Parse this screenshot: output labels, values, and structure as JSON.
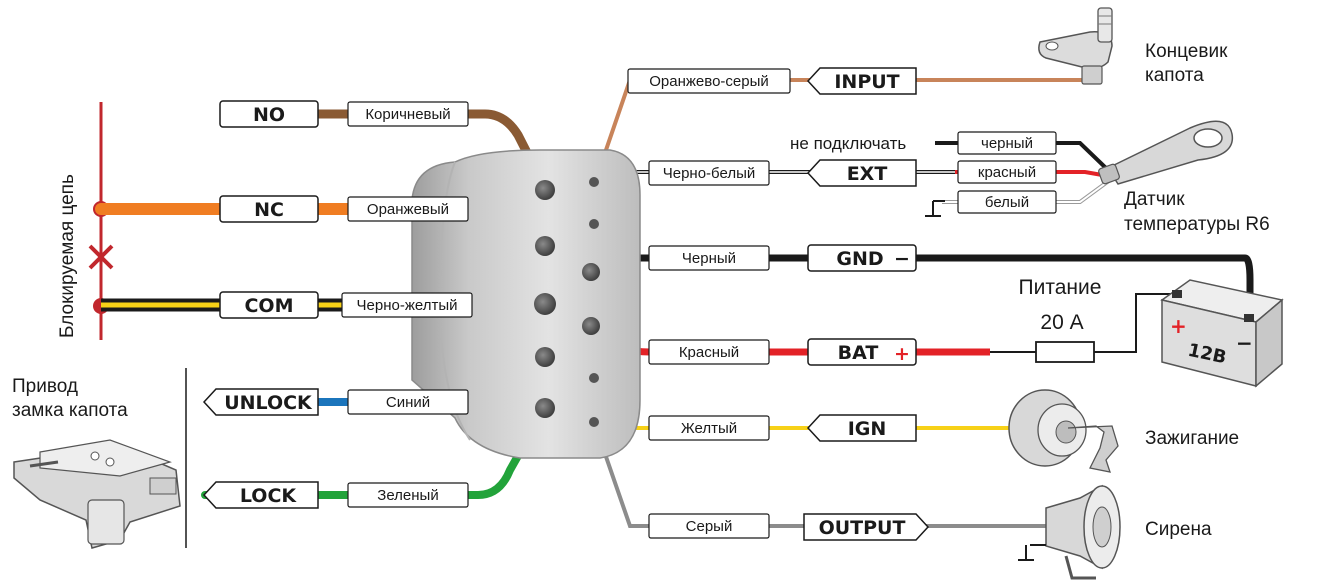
{
  "left_side": {
    "vertical_label": "Блокируемая цепь",
    "no": {
      "tag": "NO",
      "color_name": "Коричневый"
    },
    "nc": {
      "tag": "NC",
      "color_name": "Оранжевый"
    },
    "com": {
      "tag": "COM",
      "color_name": "Черно-желтый"
    },
    "unlock": {
      "tag": "UNLOCK",
      "color_name": "Синий"
    },
    "lock": {
      "tag": "LOCK",
      "color_name": "Зеленый"
    },
    "actuator_label_line1": "Привод",
    "actuator_label_line2": "замка капота"
  },
  "right_side": {
    "input": {
      "tag": "INPUT",
      "color_name": "Оранжево-серый"
    },
    "ext": {
      "tag": "EXT",
      "color_name": "Черно-белый"
    },
    "gnd": {
      "tag": "GND",
      "sign": "−",
      "color_name": "Черный"
    },
    "bat": {
      "tag": "BAT",
      "sign": "+",
      "color_name": "Красный"
    },
    "ign": {
      "tag": "IGN",
      "color_name": "Желтый"
    },
    "output": {
      "tag": "OUTPUT",
      "color_name": "Серый"
    }
  },
  "sensor": {
    "not_connect": "не подключать",
    "wire_black": "черный",
    "wire_red": "красный",
    "wire_white": "белый",
    "label_line1": "Датчик",
    "label_line2": "температуры R6"
  },
  "devices": {
    "hood_switch_line1": "Концевик",
    "hood_switch_line2": "капота",
    "power_label": "Питание",
    "fuse_label": "20 А",
    "battery_plus": "+",
    "battery_minus": "−",
    "battery_voltage": "12В",
    "ignition": "Зажигание",
    "siren": "Сирена"
  },
  "colors": {
    "brown": "#8a5a33",
    "orange": "#f07d22",
    "yellow": "#f7d117",
    "black": "#1a1a1a",
    "blue": "#1b75bc",
    "green": "#22a33a",
    "red": "#e32227",
    "gray": "#8c8c8c",
    "orange_gray": "#c8845a"
  }
}
